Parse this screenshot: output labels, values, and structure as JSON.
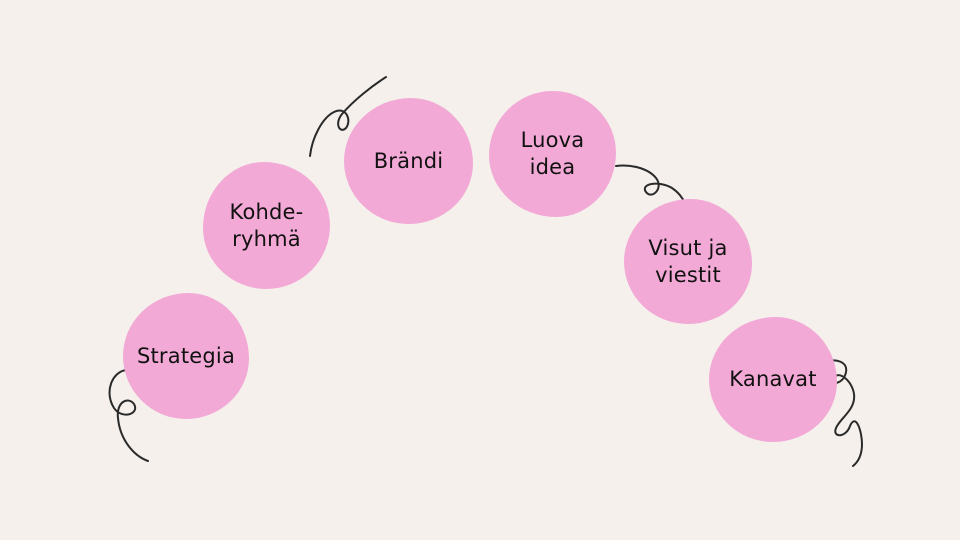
{
  "diagram": {
    "steps": [
      {
        "id": "strategia",
        "label": "Strategia"
      },
      {
        "id": "kohderyhma",
        "label": "Kohde-\nryhmä"
      },
      {
        "id": "brandi",
        "label": "Brändi"
      },
      {
        "id": "luova",
        "label": "Luova\nidea"
      },
      {
        "id": "visut",
        "label": "Visut ja\nviestit"
      },
      {
        "id": "kanavat",
        "label": "Kanavat"
      }
    ]
  },
  "colors": {
    "background": "#f5f0ec",
    "circle_fill": "#f2a9d6",
    "text": "#111111",
    "squiggle_stroke": "#2a2a2a"
  }
}
